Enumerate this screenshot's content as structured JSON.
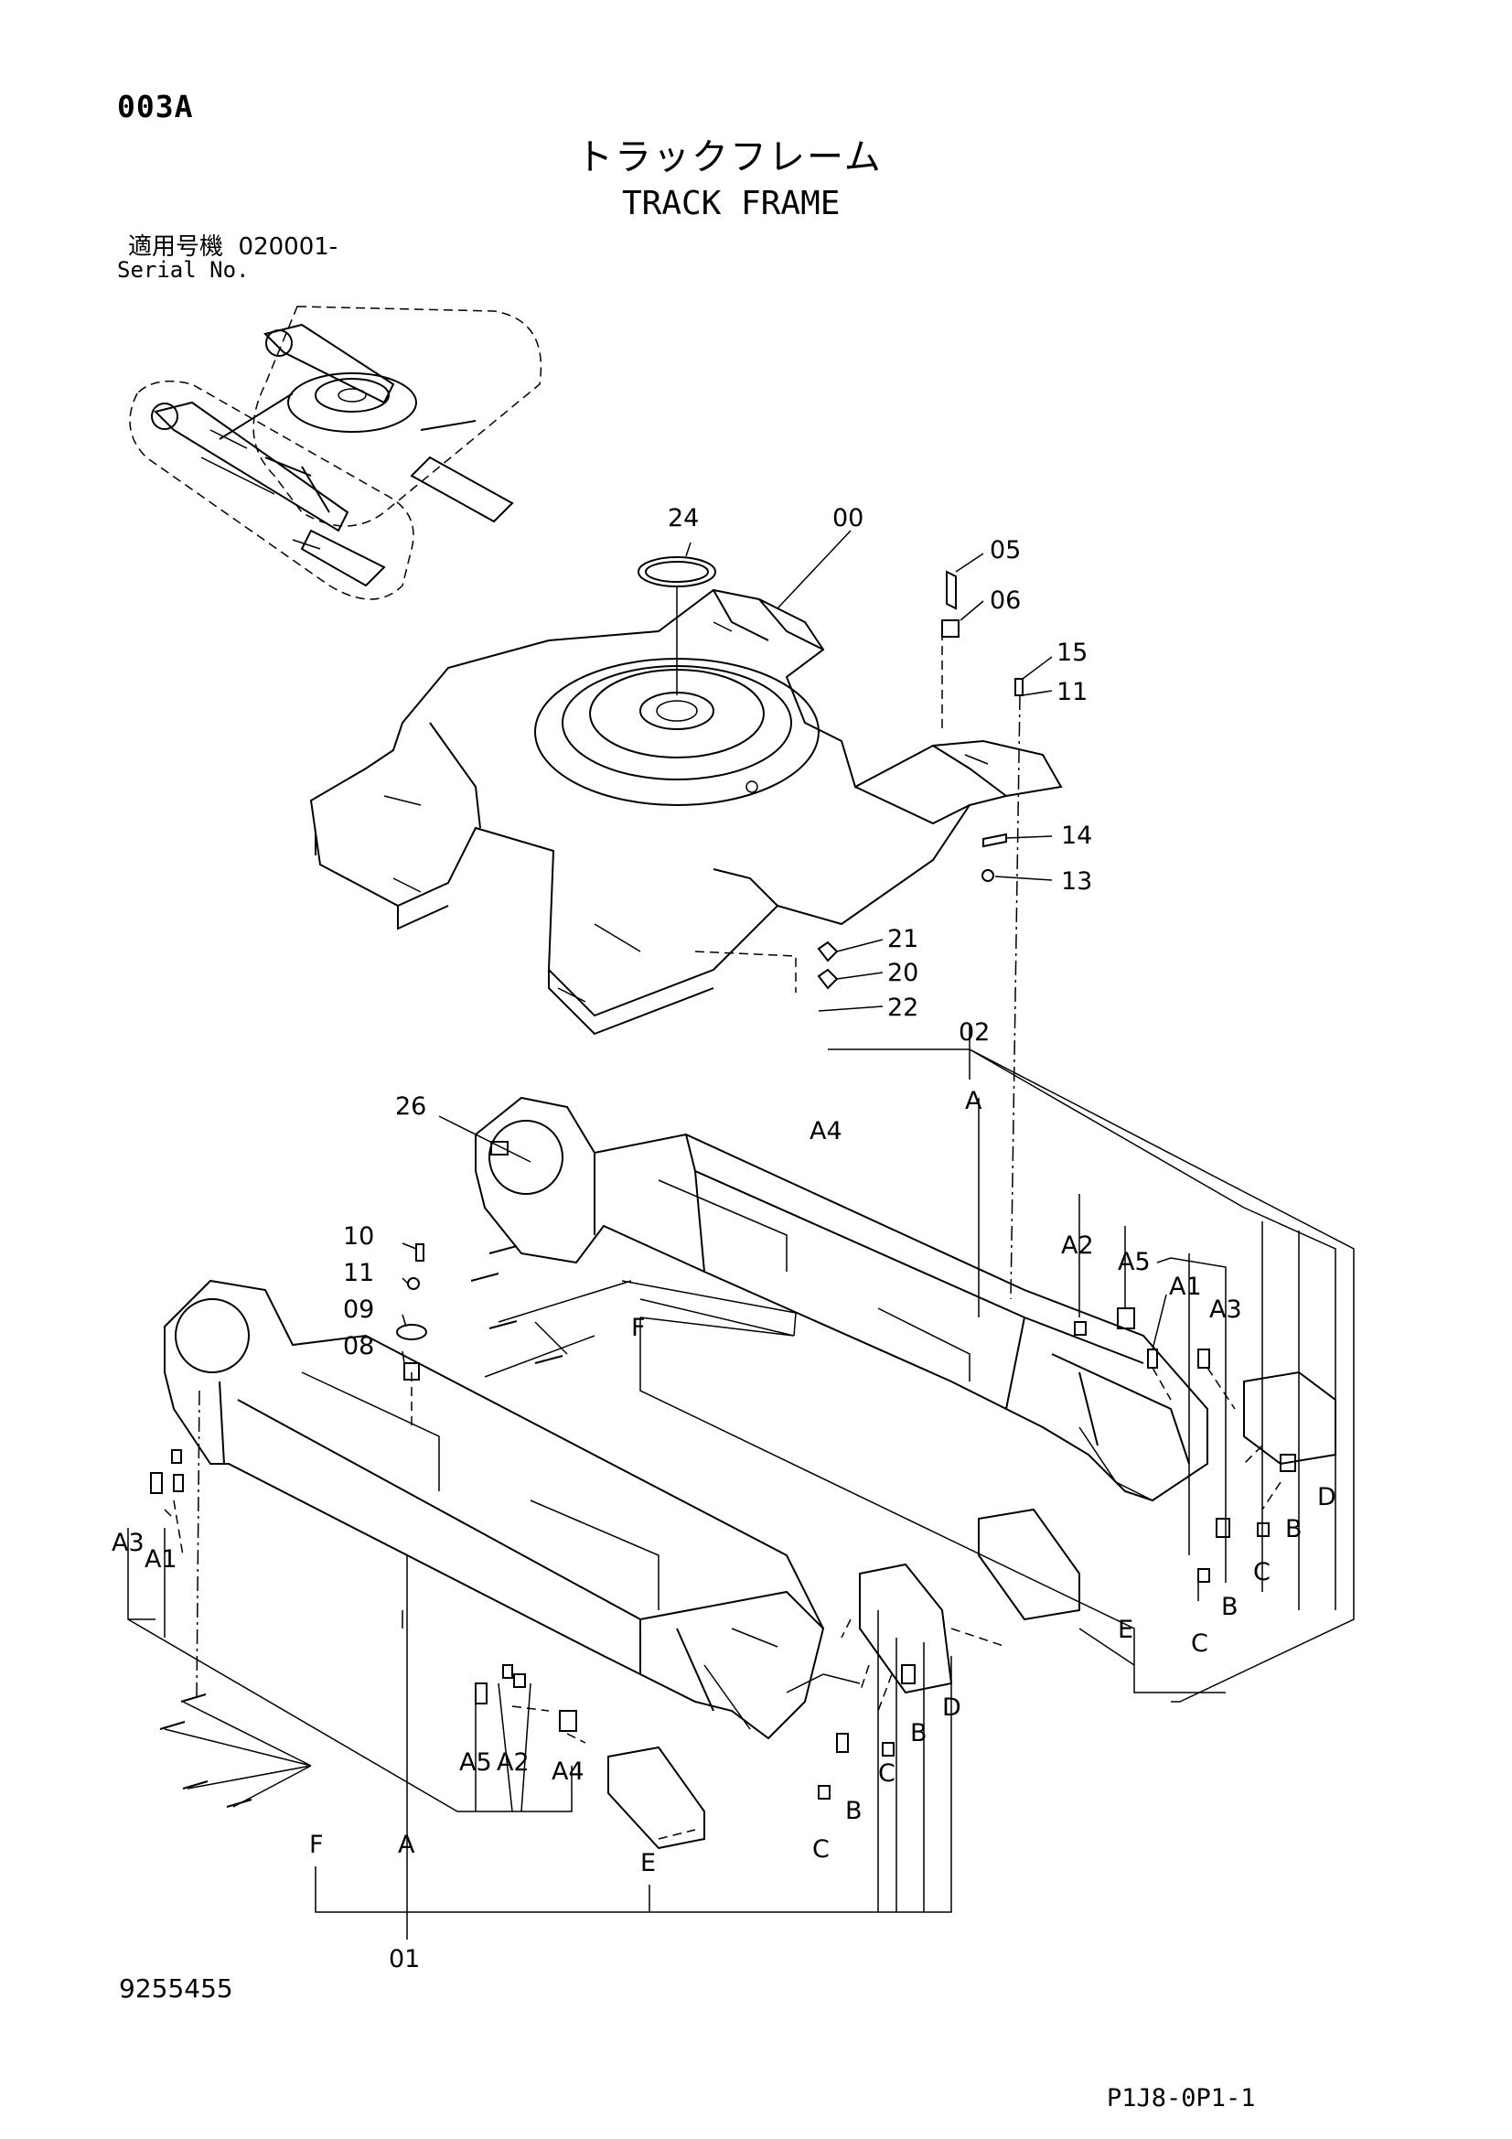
{
  "header": {
    "page_code": "003A",
    "title_jp": "トラックフレーム",
    "title_en": "TRACK FRAME",
    "serial_label_jp": "適用号機",
    "serial_value": "020001-",
    "serial_label_en": "Serial No."
  },
  "footer": {
    "figure_number": "9255455",
    "page_reference": "P1J8-0P1-1"
  },
  "callouts": {
    "p00": "00",
    "p01": "01",
    "p02": "02",
    "p05": "05",
    "p06": "06",
    "p08": "08",
    "p09": "09",
    "p10": "10",
    "p11a": "11",
    "p11b": "11",
    "p13": "13",
    "p14": "14",
    "p15": "15",
    "p20": "20",
    "p21": "21",
    "p22": "22",
    "p24": "24",
    "p26": "26"
  },
  "letters": {
    "A": "A",
    "A1": "A1",
    "A2": "A2",
    "A3": "A3",
    "A4": "A4",
    "A5": "A5",
    "B": "B",
    "C": "C",
    "D": "D",
    "E": "E",
    "F": "F"
  }
}
